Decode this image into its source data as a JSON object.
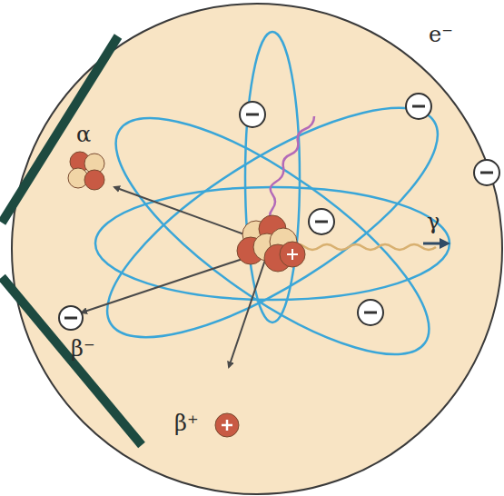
{
  "diagram": {
    "labels": [
      "α",
      "e⁻",
      "γ",
      "β⁻",
      "β⁺"
    ]
  }
}
